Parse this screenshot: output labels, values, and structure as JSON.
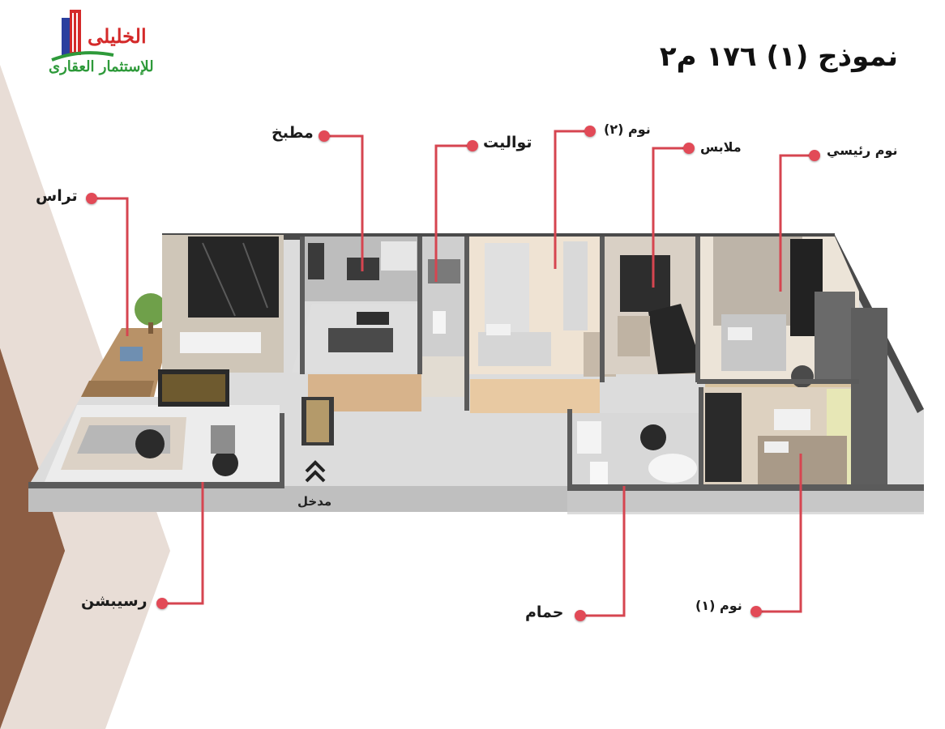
{
  "logo": {
    "name_line": "الخليلى",
    "sub_line": "للإستثمار العقارى"
  },
  "title": "نموذج (١)   ١٧٦ م٢",
  "entrance_label": "مدخل",
  "rooms": [
    {
      "id": "kitchen",
      "label": "مطبخ"
    },
    {
      "id": "toilet",
      "label": "تواليت"
    },
    {
      "id": "bedroom-2",
      "label": "نوم (٢)"
    },
    {
      "id": "dressing",
      "label": "ملابس"
    },
    {
      "id": "master-bedroom",
      "label": "نوم رئيسي"
    },
    {
      "id": "terrace",
      "label": "تراس"
    },
    {
      "id": "reception",
      "label": "رسيبشن"
    },
    {
      "id": "bathroom",
      "label": "حمام"
    },
    {
      "id": "bedroom-1",
      "label": "نوم (١)"
    }
  ],
  "colors": {
    "accent_red": "#e24a57",
    "leader_line": "#d64550",
    "band_dark": "#8c5d44",
    "band_light": "#e8ddd6",
    "logo_red": "#d42a2a",
    "logo_blue": "#2b3f9e",
    "logo_green": "#2e9a3a"
  }
}
